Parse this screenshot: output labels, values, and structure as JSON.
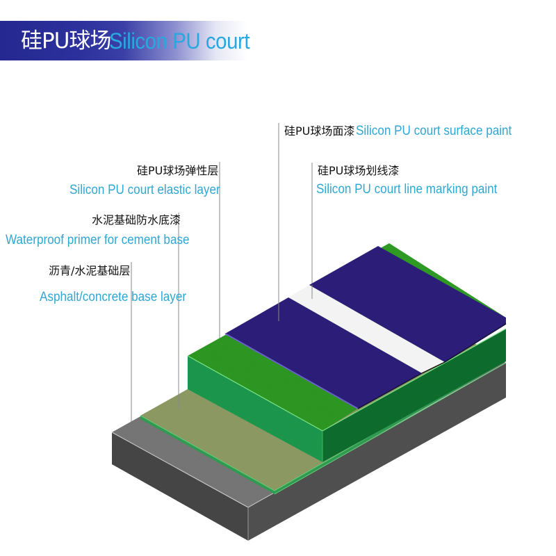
{
  "header": {
    "title_cn": "硅PU球场",
    "title_en": "Silicon PU court",
    "banner_color": "#2a2f9a",
    "title_en_color": "#29a8e0"
  },
  "layers": [
    {
      "id": "surface-paint",
      "label_cn": "硅PU球场面漆",
      "label_en": "Silicon PU court surface paint",
      "color": "#2b1d78"
    },
    {
      "id": "line-marking-paint",
      "label_cn": "硅PU球场划线漆",
      "label_en": "Silicon PU court line marking paint",
      "color": "#f4f4f4"
    },
    {
      "id": "elastic-layer",
      "label_cn": "硅PU球场弹性层",
      "label_en": "Silicon PU court elastic layer",
      "color": "#2f9a2a"
    },
    {
      "id": "waterproof-primer",
      "label_cn": "水泥基础防水底漆",
      "label_en": "Waterproof primer for cement base",
      "color": "#8a9660"
    },
    {
      "id": "base-layer",
      "label_cn": "沥青/水泥基础层",
      "label_en": "Asphalt/concrete base layer",
      "color": "#5a5a5a"
    }
  ],
  "label_colors": {
    "cn": "#111111",
    "en": "#2fa7d4"
  }
}
